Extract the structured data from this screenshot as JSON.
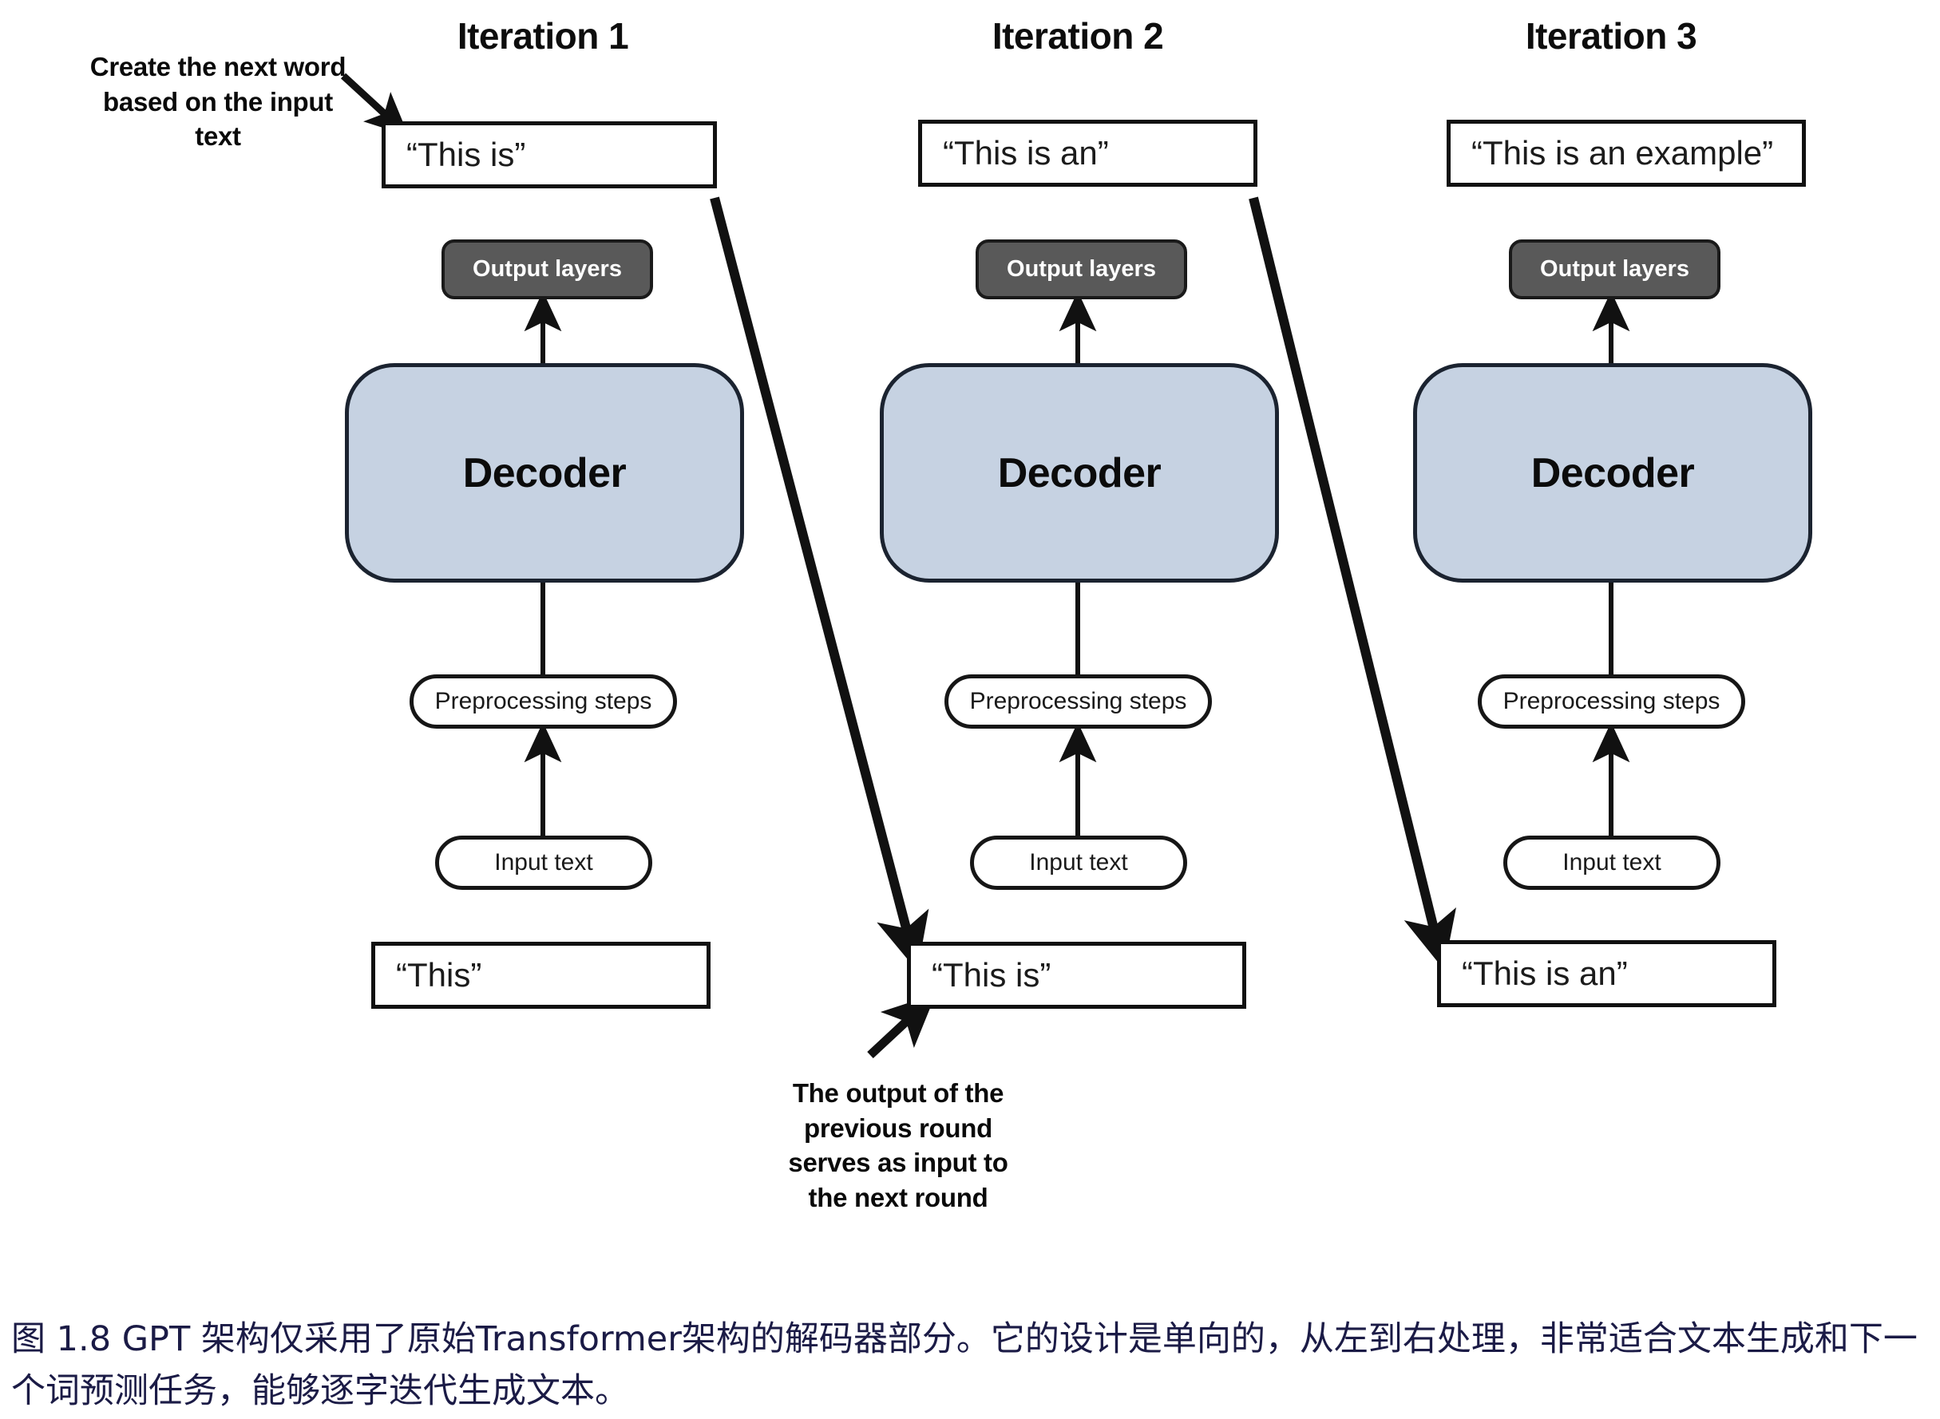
{
  "figure": {
    "caption": "图 1.8  GPT 架构仅采用了原始Transformer架构的解码器部分。它的设计是单向的，从左到右处理，非常适合文本生成和下一个词预测任务，能够逐字迭代生成文本。",
    "caption_color": "#1b1b46"
  },
  "annotations": {
    "top_left": "Create the next word based on the input text",
    "bottom_middle": "The output of the previous round serves as input to the next round"
  },
  "columns": [
    {
      "title": "Iteration 1",
      "output_text": "“This is”",
      "output_layers": "Output layers",
      "decoder": "Decoder",
      "preprocessing": "Preprocessing steps",
      "input_label": "Input text",
      "input_text": "“This”"
    },
    {
      "title": "Iteration 2",
      "output_text": "“This is an”",
      "output_layers": "Output layers",
      "decoder": "Decoder",
      "preprocessing": "Preprocessing steps",
      "input_label": "Input text",
      "input_text": "“This is”"
    },
    {
      "title": "Iteration 3",
      "output_text": "“This is an example”",
      "output_layers": "Output layers",
      "decoder": "Decoder",
      "preprocessing": "Preprocessing steps",
      "input_label": "Input text",
      "input_text": "“This is an”"
    }
  ],
  "colors": {
    "decoder_fill": "#c6d2e2",
    "output_layers_fill": "#595959",
    "stroke": "#111111",
    "background": "#ffffff"
  }
}
